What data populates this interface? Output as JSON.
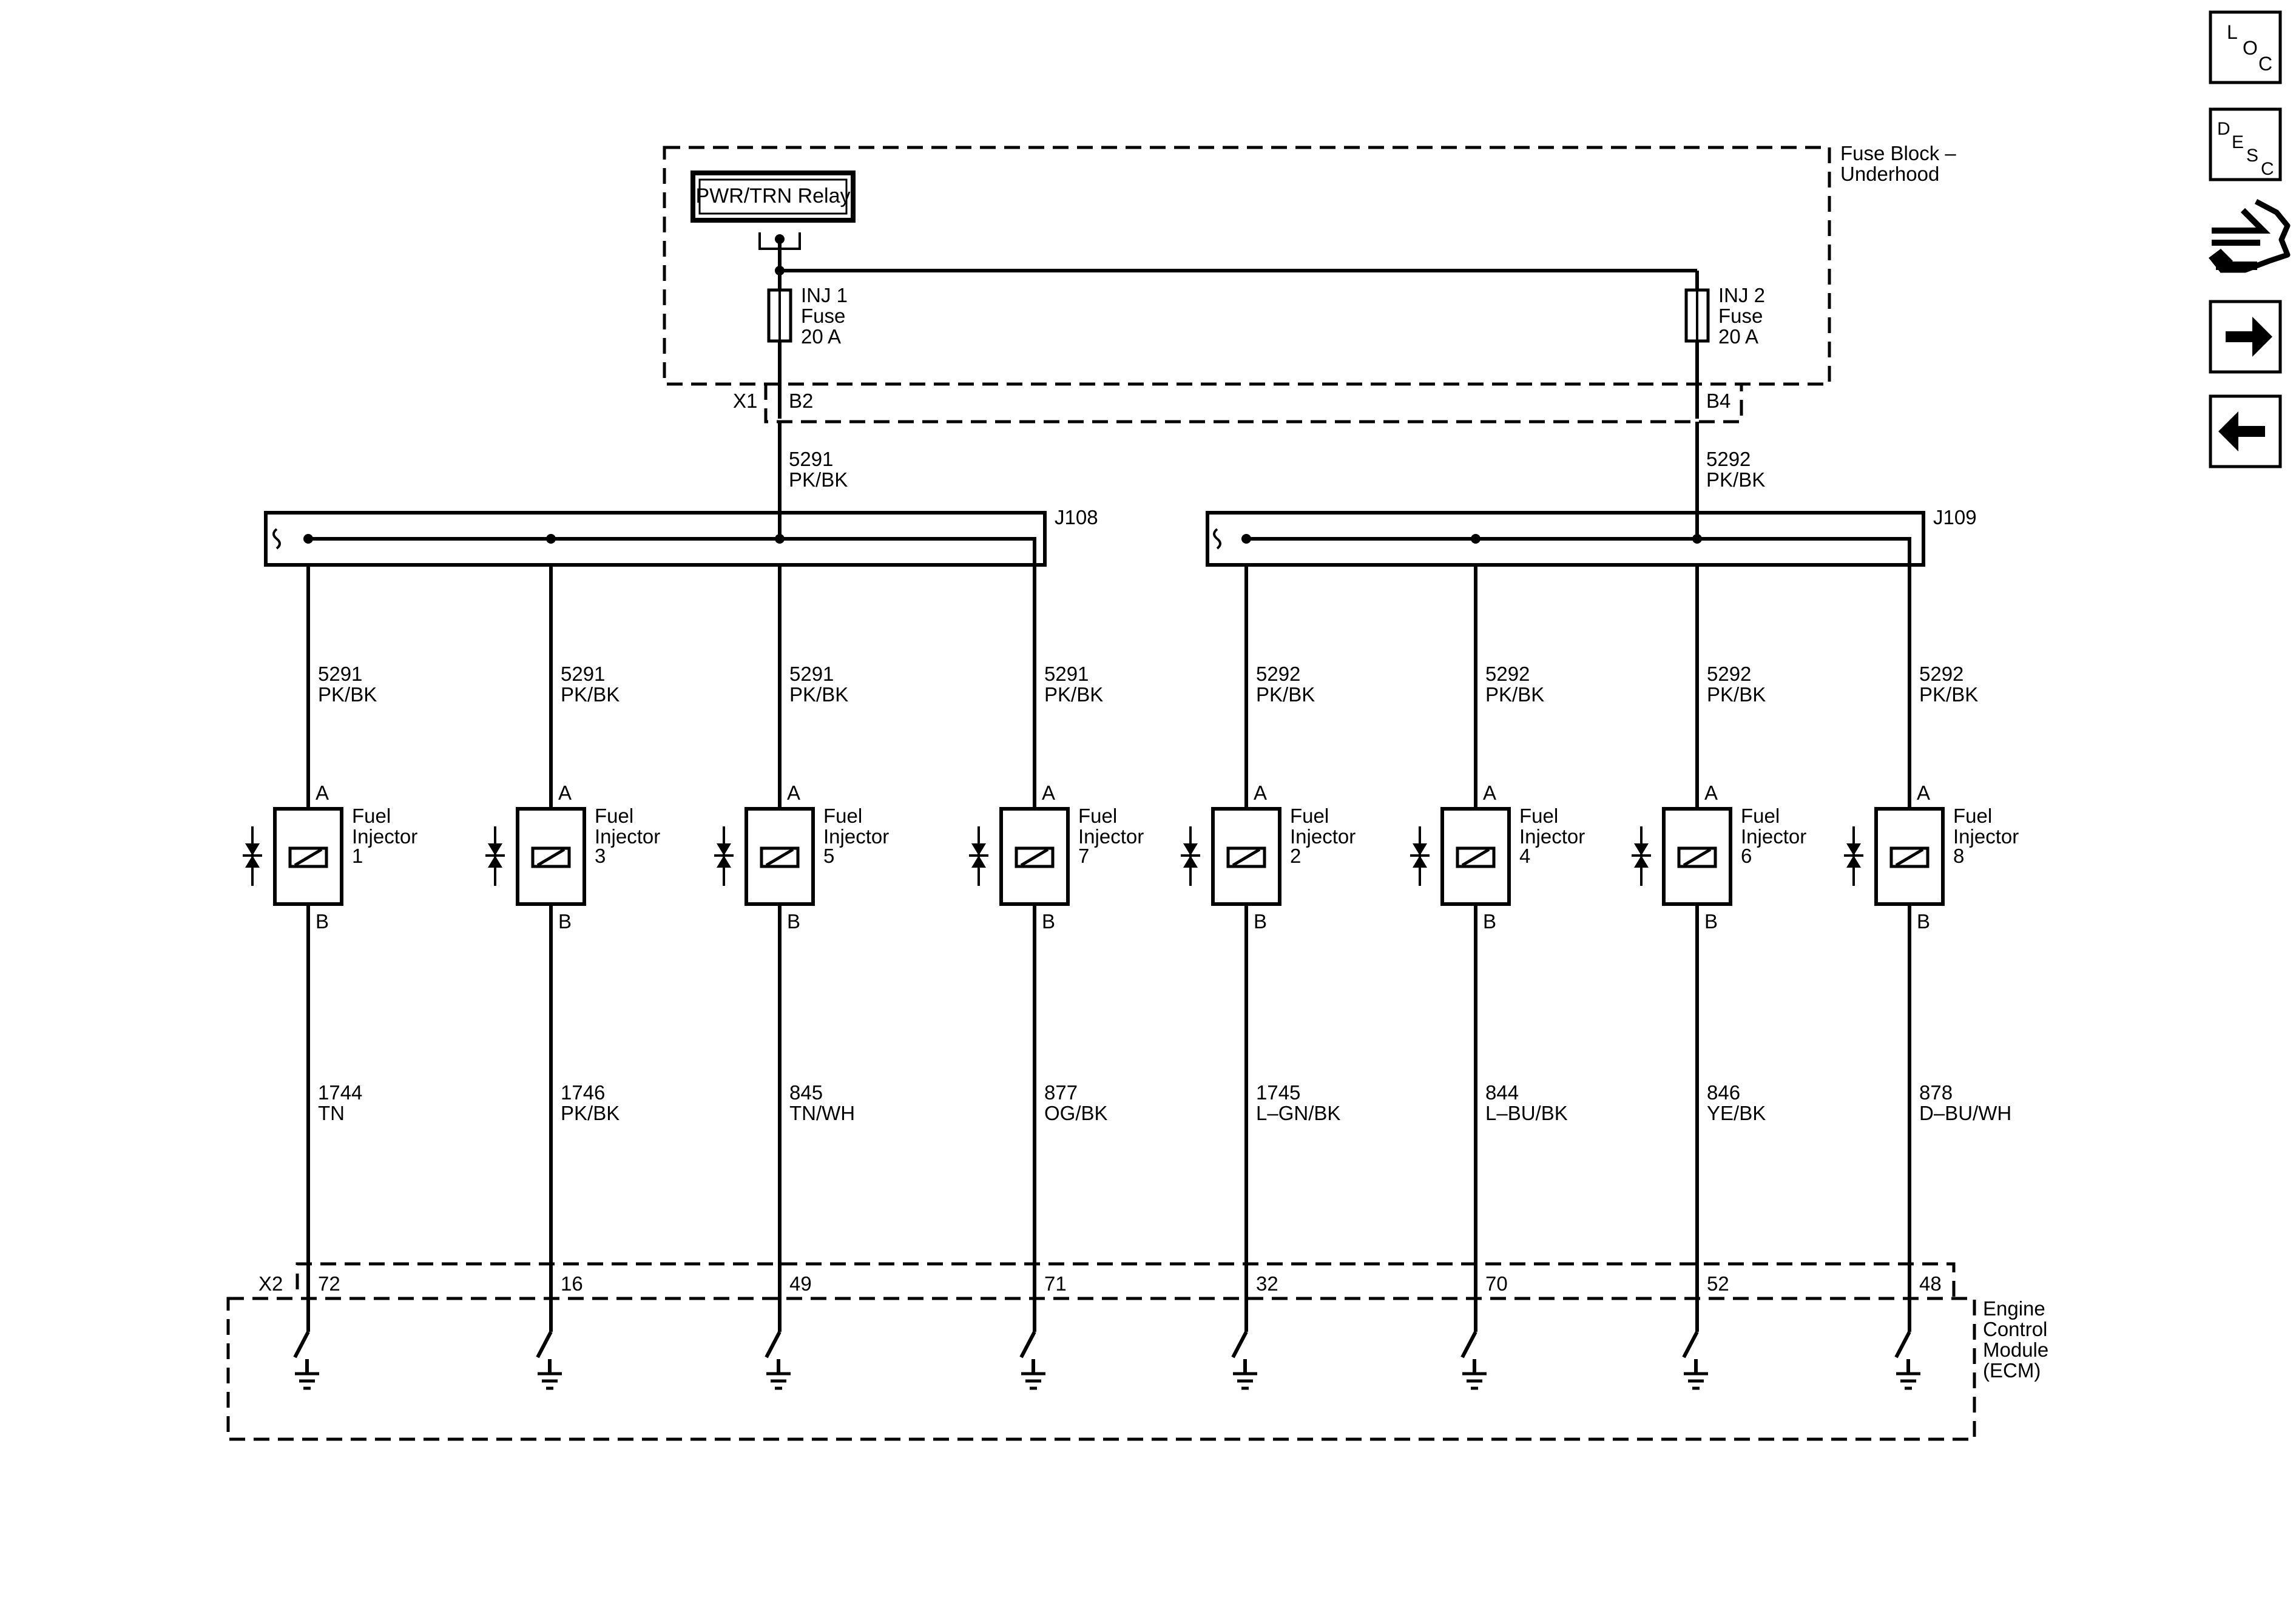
{
  "fuse_block": {
    "title_line1": "Fuse Block –",
    "title_line2": "Underhood",
    "relay_label": "PWR/TRN Relay",
    "connector": "X1",
    "fuses": [
      {
        "line1": "INJ 1",
        "line2": "Fuse",
        "line3": "20 A",
        "pin": "B2"
      },
      {
        "line1": "INJ 2",
        "line2": "Fuse",
        "line3": "20 A",
        "pin": "B4"
      }
    ]
  },
  "feed_wires": [
    {
      "circuit": "5291",
      "color": "PK/BK"
    },
    {
      "circuit": "5292",
      "color": "PK/BK"
    }
  ],
  "splices": [
    "J108",
    "J109"
  ],
  "injectors": [
    {
      "label1": "Fuel",
      "label2": "Injector",
      "number": "1",
      "pin_a": "A",
      "pin_b": "B",
      "supply_circuit": "5291",
      "supply_color": "PK/BK",
      "control_circuit": "1744",
      "control_color": "TN",
      "ecm_pin": "72"
    },
    {
      "label1": "Fuel",
      "label2": "Injector",
      "number": "3",
      "pin_a": "A",
      "pin_b": "B",
      "supply_circuit": "5291",
      "supply_color": "PK/BK",
      "control_circuit": "1746",
      "control_color": "PK/BK",
      "ecm_pin": "16"
    },
    {
      "label1": "Fuel",
      "label2": "Injector",
      "number": "5",
      "pin_a": "A",
      "pin_b": "B",
      "supply_circuit": "5291",
      "supply_color": "PK/BK",
      "control_circuit": "845",
      "control_color": "TN/WH",
      "ecm_pin": "49"
    },
    {
      "label1": "Fuel",
      "label2": "Injector",
      "number": "7",
      "pin_a": "A",
      "pin_b": "B",
      "supply_circuit": "5291",
      "supply_color": "PK/BK",
      "control_circuit": "877",
      "control_color": "OG/BK",
      "ecm_pin": "71"
    },
    {
      "label1": "Fuel",
      "label2": "Injector",
      "number": "2",
      "pin_a": "A",
      "pin_b": "B",
      "supply_circuit": "5292",
      "supply_color": "PK/BK",
      "control_circuit": "1745",
      "control_color": "L–GN/BK",
      "ecm_pin": "32"
    },
    {
      "label1": "Fuel",
      "label2": "Injector",
      "number": "4",
      "pin_a": "A",
      "pin_b": "B",
      "supply_circuit": "5292",
      "supply_color": "PK/BK",
      "control_circuit": "844",
      "control_color": "L–BU/BK",
      "ecm_pin": "70"
    },
    {
      "label1": "Fuel",
      "label2": "Injector",
      "number": "6",
      "pin_a": "A",
      "pin_b": "B",
      "supply_circuit": "5292",
      "supply_color": "PK/BK",
      "control_circuit": "846",
      "control_color": "YE/BK",
      "ecm_pin": "52"
    },
    {
      "label1": "Fuel",
      "label2": "Injector",
      "number": "8",
      "pin_a": "A",
      "pin_b": "B",
      "supply_circuit": "5292",
      "supply_color": "PK/BK",
      "control_circuit": "878",
      "control_color": "D–BU/WH",
      "ecm_pin": "48"
    }
  ],
  "ecm": {
    "connector": "X2",
    "line1": "Engine",
    "line2": "Control",
    "line3": "Module",
    "line4": "(ECM)"
  },
  "nav": {
    "loc": {
      "l1": "L",
      "l2": "O",
      "l3": "C"
    },
    "desc": {
      "l1": "D",
      "l2": "E",
      "l3": "S",
      "l4": "C"
    },
    "icons": [
      "connector-icon",
      "next-arrow-icon",
      "prev-arrow-icon"
    ]
  }
}
